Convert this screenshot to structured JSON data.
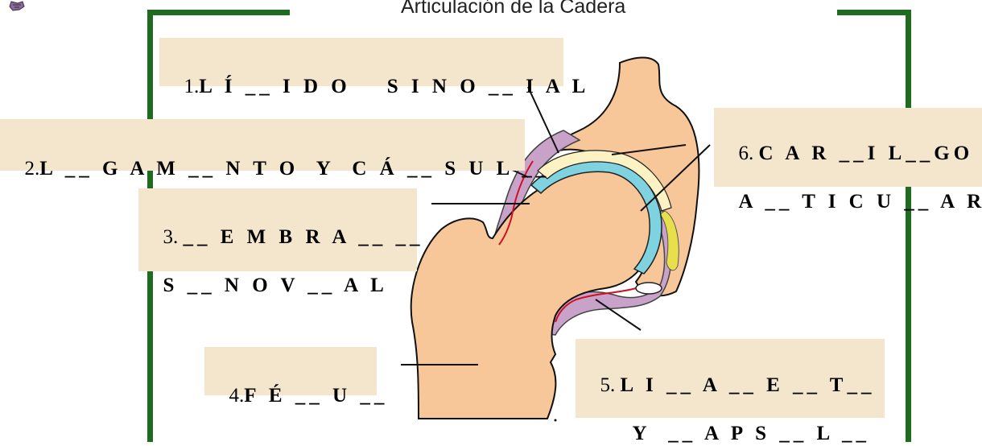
{
  "title": "Articulación de la Cadera",
  "labels": [
    {
      "num": "1.",
      "line1": "L Í __ I D O    S I N O __ I A L",
      "line2": ""
    },
    {
      "num": "2.",
      "line1": "L __ G A M __ N T O  Y  C Á __ S U L __",
      "line2": ""
    },
    {
      "num": "3.",
      "line1": "__ E M B R A __ __",
      "line2": "S __ N O V __ A L"
    },
    {
      "num": "4.",
      "line1": "F É __ U __",
      "line2": ""
    },
    {
      "num": "5.",
      "line1": "L I __ A __ E __ T__",
      "line2": "Y  __ A P S __ L __"
    },
    {
      "num": "6.",
      "line1": "C A R __I L__GO",
      "line2": "A __ T I C U __ A R"
    }
  ],
  "colors": {
    "frame": "#1f6b1f",
    "label_bg": "#f3e6cc",
    "bone": "#f7c79a",
    "cartilage": "#7fd3e0",
    "ligament": "#c9a2c9",
    "fat": "#e8e04a"
  }
}
